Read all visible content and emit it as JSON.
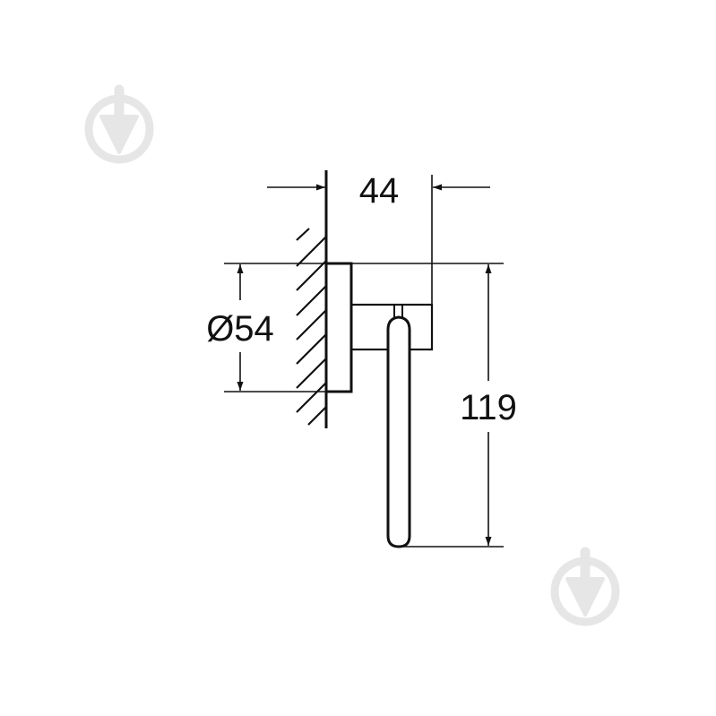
{
  "drawing": {
    "subject": "Towel ring / hook side view technical drawing",
    "dimensions": {
      "depth": "44",
      "diameter": "Ø54",
      "height": "119"
    }
  },
  "watermarks": [
    {
      "icon": "trowel-down-icon",
      "position": "top-left"
    },
    {
      "icon": "trowel-down-icon",
      "position": "bottom-right"
    }
  ],
  "colors": {
    "line": "#111111",
    "watermark": "#e6e6e6",
    "background": "#ffffff"
  }
}
